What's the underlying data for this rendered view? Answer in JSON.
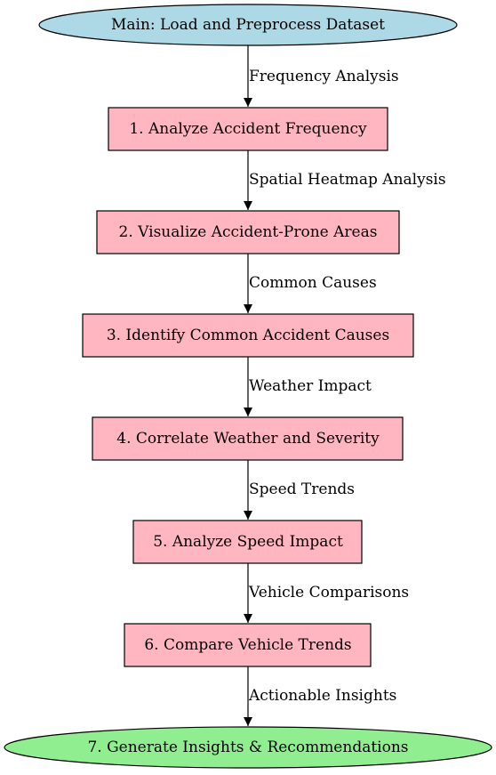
{
  "colors": {
    "start_fill": "#add8e6",
    "step_fill": "#ffb6c1",
    "end_fill": "#90ee90",
    "stroke": "#000000"
  },
  "nodes": {
    "start": {
      "label": "Main: Load and Preprocess Dataset"
    },
    "step1": {
      "label": "1. Analyze Accident Frequency"
    },
    "step2": {
      "label": "2. Visualize Accident-Prone Areas"
    },
    "step3": {
      "label": "3. Identify Common Accident Causes"
    },
    "step4": {
      "label": "4. Correlate Weather and Severity"
    },
    "step5": {
      "label": "5. Analyze Speed Impact"
    },
    "step6": {
      "label": "6. Compare Vehicle Trends"
    },
    "end": {
      "label": "7. Generate Insights & Recommendations"
    }
  },
  "edges": {
    "e1": {
      "label": "Frequency Analysis"
    },
    "e2": {
      "label": "Spatial Heatmap Analysis"
    },
    "e3": {
      "label": "Common Causes"
    },
    "e4": {
      "label": "Weather Impact"
    },
    "e5": {
      "label": "Speed Trends"
    },
    "e6": {
      "label": "Vehicle Comparisons"
    },
    "e7": {
      "label": "Actionable Insights"
    }
  }
}
